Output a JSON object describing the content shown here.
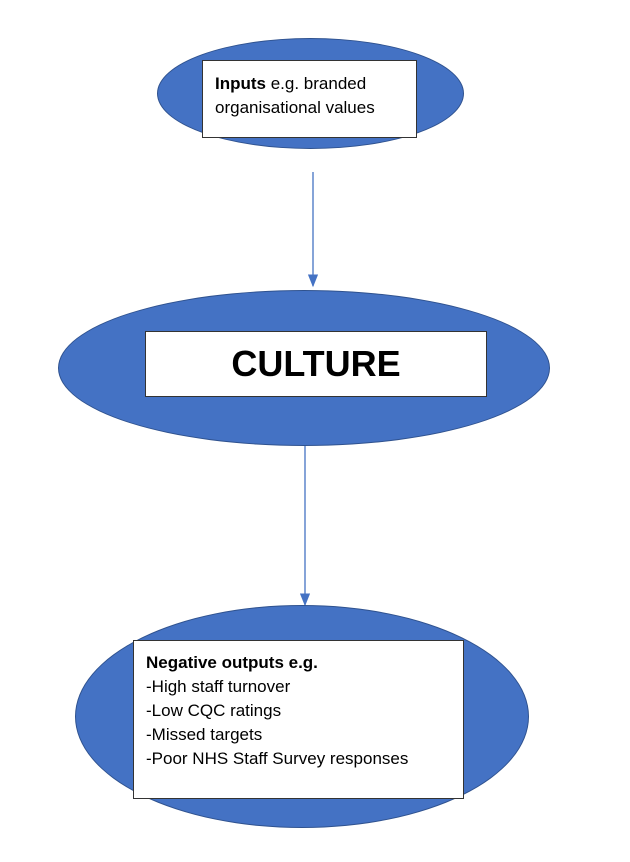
{
  "inputs": {
    "bold": "Inputs",
    "rest": " e.g. branded",
    "line2": "organisational values"
  },
  "culture": {
    "label": "CULTURE"
  },
  "outputs": {
    "title": "Negative outputs e.g.",
    "items": [
      "-High staff turnover",
      "-Low CQC ratings",
      "-Missed targets",
      "-Poor NHS Staff Survey responses"
    ]
  },
  "colors": {
    "ellipse": "#4472C4",
    "arrow": "#4472C4"
  }
}
